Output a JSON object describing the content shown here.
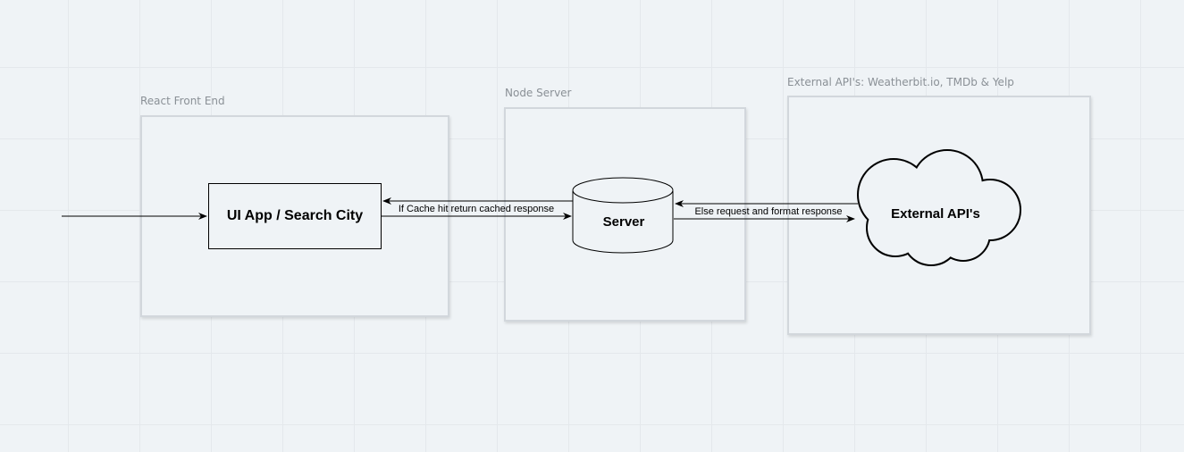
{
  "containers": {
    "frontend": {
      "title": "React Front End"
    },
    "server": {
      "title": "Node Server"
    },
    "external": {
      "title": "External API's: Weatherbit.io, TMDb & Yelp"
    }
  },
  "nodes": {
    "ui_app": "UI App / Search City",
    "server": "Server",
    "external_api": "External API's"
  },
  "edges": {
    "cache_hit": "If Cache hit return cached response",
    "else_request": "Else request and format response"
  }
}
